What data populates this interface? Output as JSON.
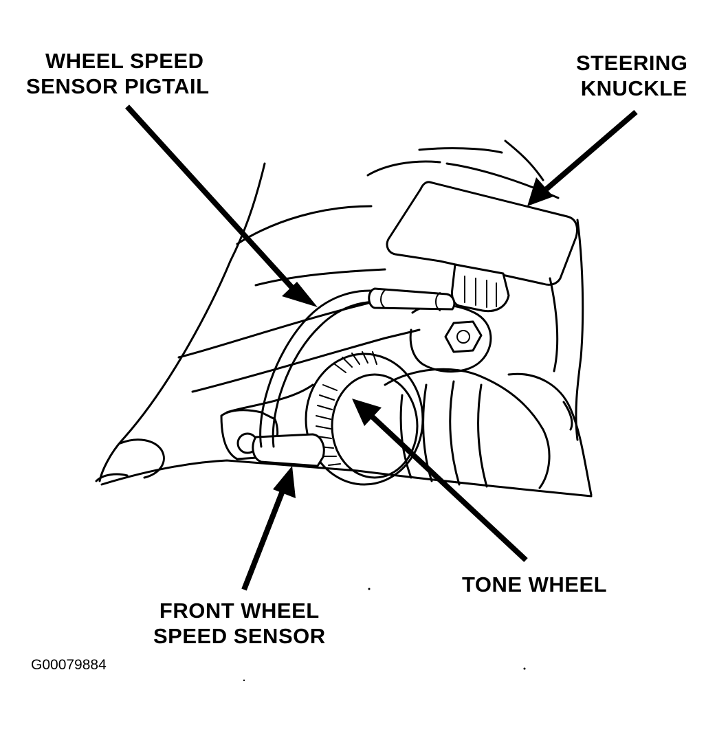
{
  "labels": {
    "pigtail": [
      "WHEEL SPEED",
      "SENSOR PIGTAIL"
    ],
    "knuckle": [
      "STEERING",
      "KNUCKLE"
    ],
    "tone_wheel": [
      "TONE WHEEL"
    ],
    "sensor": [
      "FRONT WHEEL",
      "SPEED SENSOR"
    ]
  },
  "figure_id": "G00079884",
  "colors": {
    "ink": "#000000",
    "paper": "#ffffff"
  }
}
